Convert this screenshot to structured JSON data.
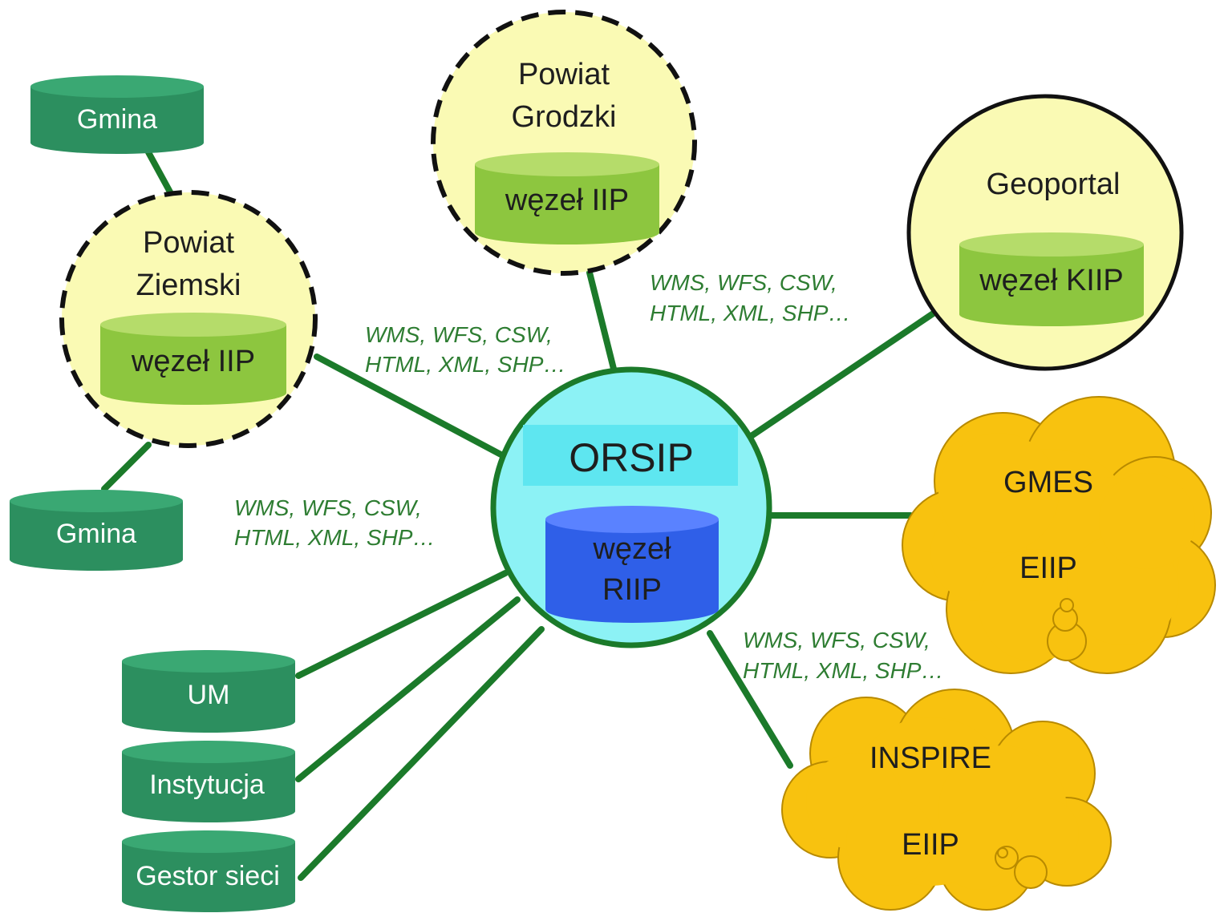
{
  "colors": {
    "link": "#1b7a2a",
    "cylinder_dark": "#2c8f5f",
    "cylinder_dark_top": "#3aa873",
    "cylinder_light": "#8dc63f",
    "cylinder_light_top": "#b5dc6a",
    "circle_fill": "#fafab4",
    "orsip_fill": "#8cf2f5",
    "orsip_band": "#5ee6f0",
    "riip_fill": "#2f5fe8",
    "riip_top": "#5a82ff",
    "cloud_fill": "#f8c20f",
    "cloud_stroke": "#b88a00",
    "protocol_text": "#2e7d32"
  },
  "nodes": {
    "gmina_top": "Gmina",
    "gmina_bottom": "Gmina",
    "powiat_ziemski": {
      "line1": "Powiat",
      "line2": "Ziemski",
      "node": "węzeł IIP"
    },
    "powiat_grodzki": {
      "line1": "Powiat",
      "line2": "Grodzki",
      "node": "węzeł IIP"
    },
    "geoportal": {
      "title": "Geoportal",
      "node": "węzeł KIIP"
    },
    "orsip": {
      "title": "ORSIP",
      "node_line1": "węzeł",
      "node_line2": "RIIP"
    },
    "gmes": {
      "line1": "GMES",
      "line2": "EIIP"
    },
    "inspire": {
      "line1": "INSPIRE",
      "line2": "EIIP"
    },
    "um": "UM",
    "instytucja": "Instytucja",
    "gestor": "Gestor sieci"
  },
  "protocols": {
    "line1": "WMS, WFS, CSW,",
    "line2": "HTML, XML, SHP…"
  }
}
